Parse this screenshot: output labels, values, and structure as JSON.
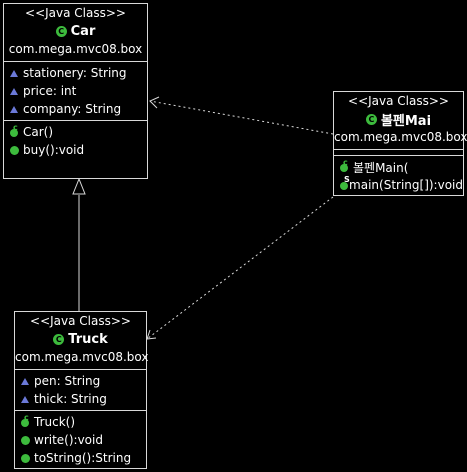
{
  "classes": {
    "car": {
      "stereotype": "<<Java Class>>",
      "icon": "C",
      "name": "Car",
      "package": "com.mega.mvc08.box",
      "attributes": [
        "stationery: String",
        "price: int",
        "company: String"
      ],
      "methods": [
        "Car()",
        "buy():void"
      ]
    },
    "main": {
      "stereotype": "<<Java Class>>",
      "icon": "C",
      "name": "볼펜Mai",
      "package": "com.mega.mvc08.box",
      "attributes": [],
      "methods": [
        "볼펜Main(",
        "main(String[]):void"
      ]
    },
    "truck": {
      "stereotype": "<<Java Class>>",
      "icon": "C",
      "name": "Truck",
      "package": "com.mega.mvc08.box",
      "attributes": [
        "pen: String",
        "thick: String"
      ],
      "methods": [
        "Truck()",
        "write():void",
        "toString():String"
      ]
    }
  },
  "colors": {
    "background": "#000000",
    "border": "#d9d9d9",
    "class_icon": "#3dbb3d",
    "attribute_marker": "#6b79d8",
    "connector": "#d9d9d9"
  }
}
